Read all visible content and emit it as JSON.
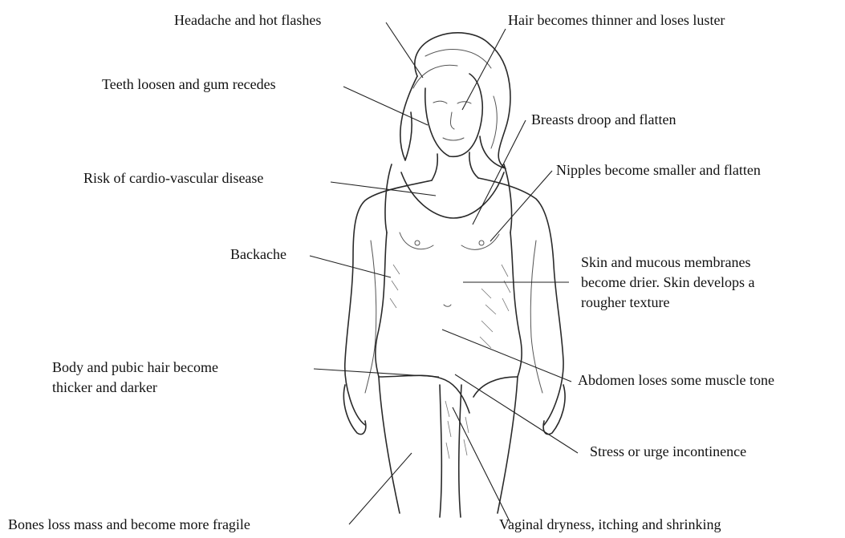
{
  "labels": {
    "headache": "Headache and hot flashes",
    "hair": "Hair becomes thinner and loses luster",
    "teeth": "Teeth loosen and gum recedes",
    "breasts": "Breasts droop and flatten",
    "cardio": "Risk of cardio-vascular disease",
    "nipples": "Nipples become smaller and flatten",
    "backache": "Backache",
    "skin": [
      "Skin and mucous membranes",
      "become drier. Skin develops a",
      "rougher texture"
    ],
    "body_hair": [
      "Body and pubic hair become",
      "thicker and darker"
    ],
    "abdomen": "Abdomen loses some muscle tone",
    "stress": "Stress or urge incontinence",
    "bones": "Bones loss mass and become more fragile",
    "vaginal": "Vaginal dryness, itching and shrinking"
  },
  "figure": {
    "icon": "woman-body-illustration"
  }
}
